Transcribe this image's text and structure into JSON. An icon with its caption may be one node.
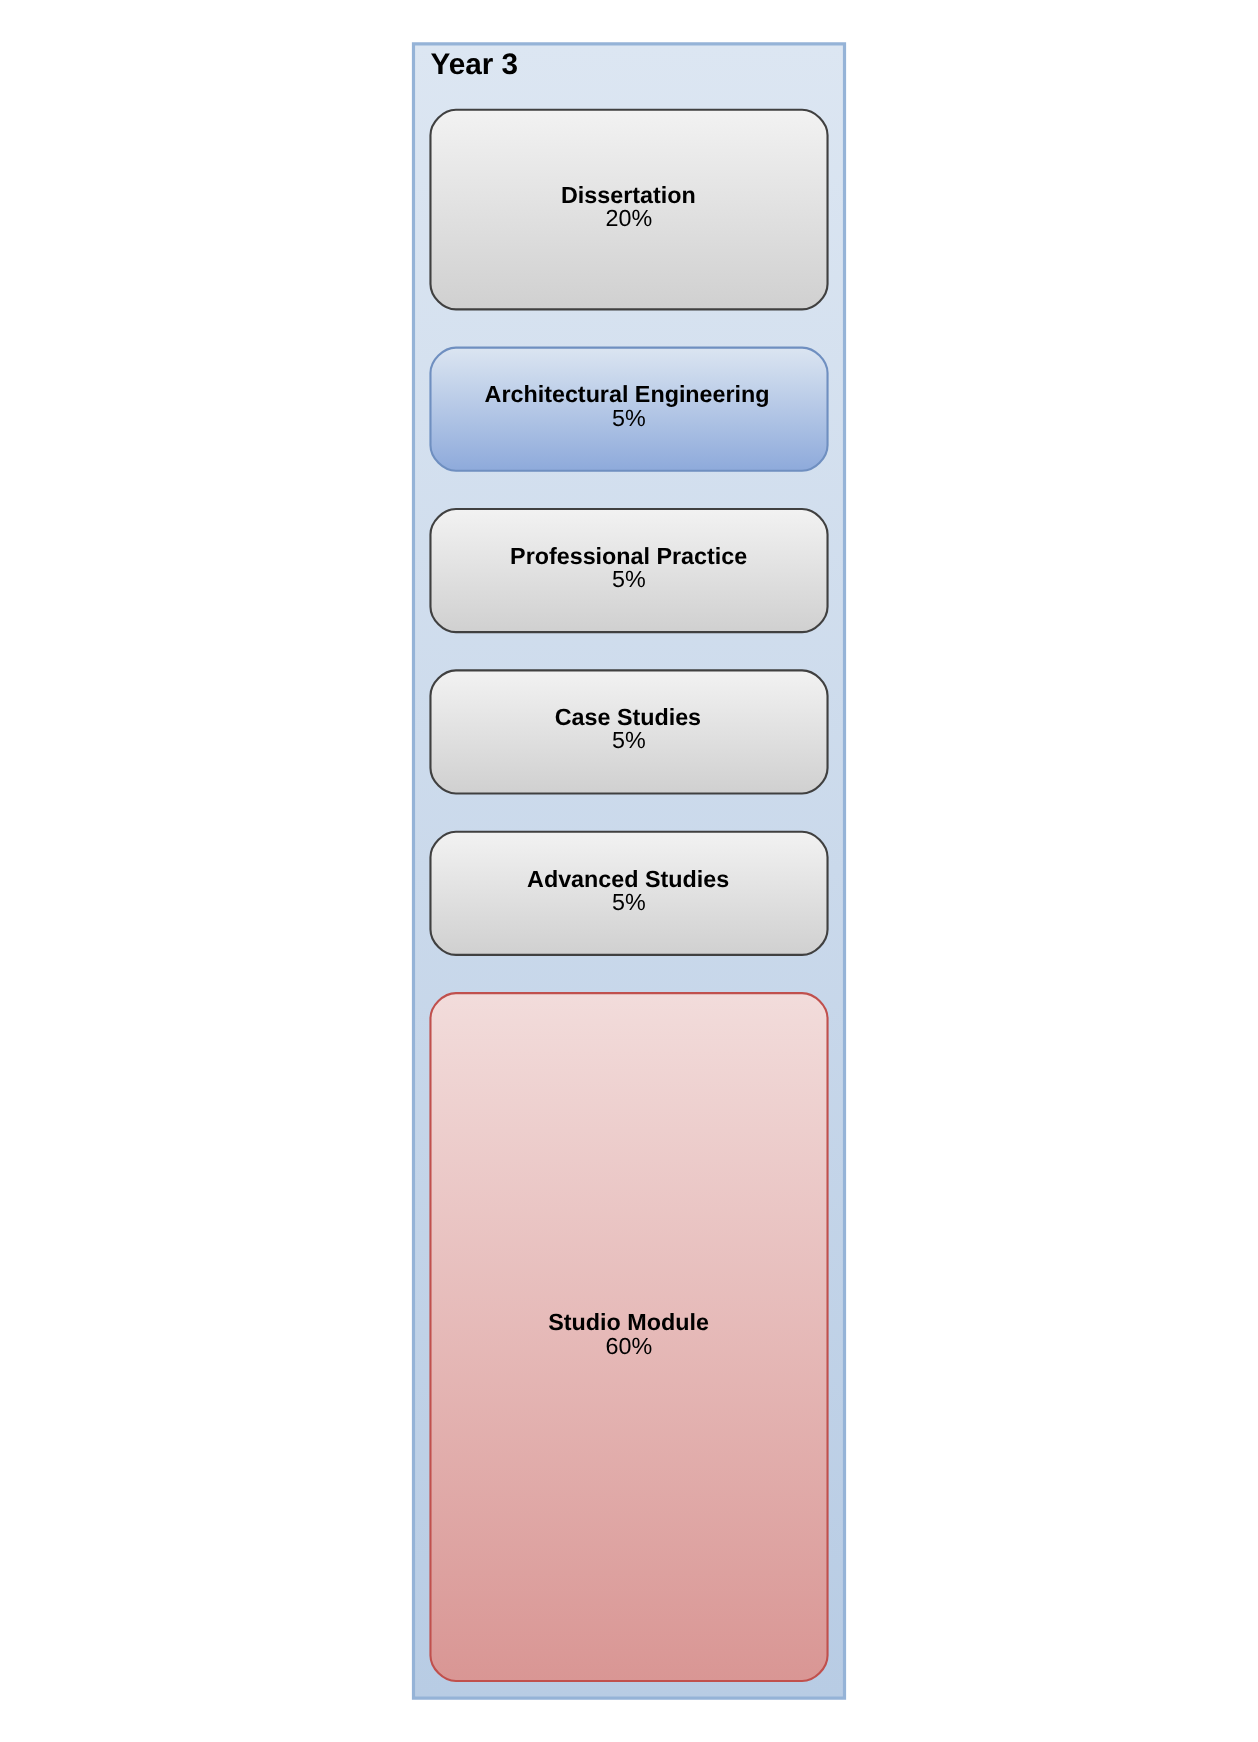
{
  "diagram": {
    "nodes": [
      {
        "text": [
          "Year 3"
        ]
      },
      {
        "text": [
          "Dissertation",
          "20%"
        ],
        "in": 0
      },
      {
        "text": [
          "Architectural Engineering",
          "5%"
        ],
        "in": 0
      },
      {
        "text": [
          "Professional Practice",
          "5%"
        ],
        "in": 0
      },
      {
        "text": [
          "Case Studies",
          "5%"
        ],
        "in": 0
      },
      {
        "text": [
          "Advanced Studies",
          "5%"
        ],
        "in": 0
      },
      {
        "text": [
          "Studio Module",
          "60%"
        ],
        "in": 0
      }
    ],
    "edges": []
  }
}
